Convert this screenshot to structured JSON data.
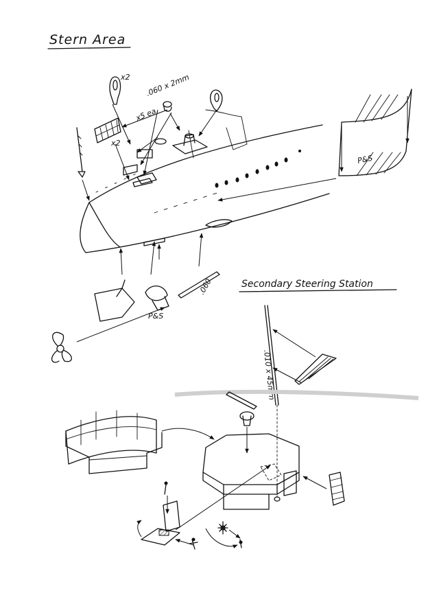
{
  "titles": {
    "stern": "Stern Area",
    "steering": "Secondary Steering Station"
  },
  "labels": {
    "stern_x2_top": "x2",
    "stern_x2_left": "x2",
    "stern_rod_size": ".060 x 2mm",
    "stern_x5_each": "x5 ea.",
    "rail_ps": "P&S",
    "prop_guard_ps": "P&S",
    "rod_size": ".060",
    "mast_size": ".010 x 45mm"
  }
}
